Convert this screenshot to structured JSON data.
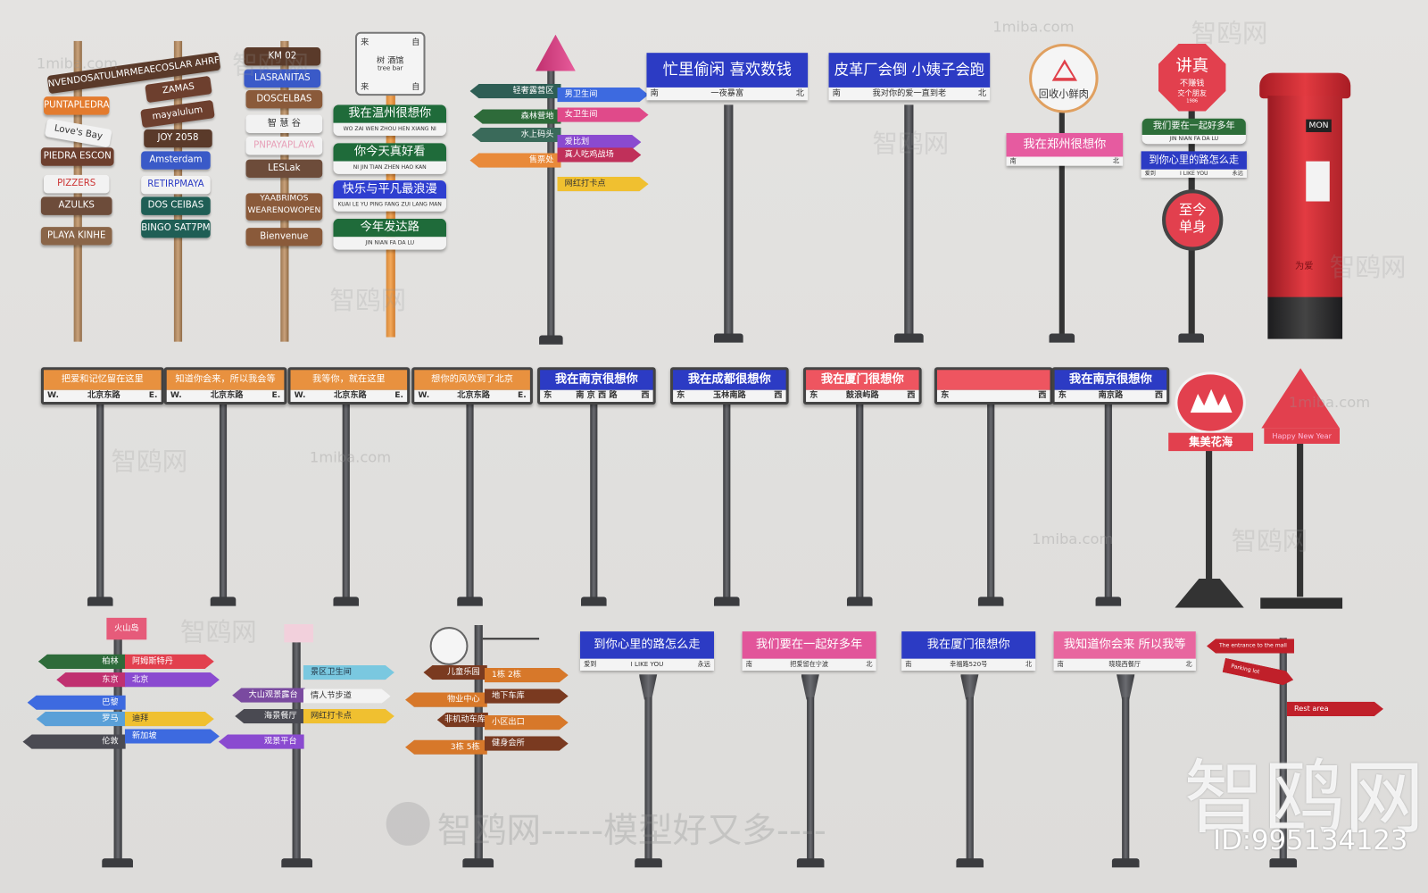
{
  "wooden_posts": [
    {
      "boards": [
        "NVENDOSATULMRMEAECOSLAR AHRF",
        "PUNTAPLEDRA",
        "Love's Bay",
        "PIEDRA ESCON",
        "PIZZERS",
        "AZULKS",
        "PLAYA KINHE"
      ]
    },
    {
      "boards": [
        "ZAMAS",
        "mayalulum",
        "JOY 2058",
        "Amsterdam",
        "RETIRPMAYA",
        "DOS CEIBAS",
        "BINGO SAT7PM"
      ]
    },
    {
      "boards": [
        "KM 02",
        "LASRANITAS",
        "DOSCELBAS",
        "智 慧 谷",
        "PNPAYAPLAYA",
        "LESLak",
        "YAABRIMOS WEARENOWOPEN",
        "Bienvenue"
      ]
    }
  ],
  "tree_bar": {
    "top_left": "来",
    "top_right": "自",
    "name": "树 酒馆",
    "sub": "tree bar",
    "bottom_left": "来",
    "bottom_right": "自"
  },
  "green_stack": [
    {
      "title": "我在温州很想你",
      "sub": "WO ZAI WEN ZHOU HEN XIANG NI",
      "color": "#1f6b3a"
    },
    {
      "title": "你今天真好看",
      "sub": "NI JIN TIAN ZHEN HAO KAN",
      "color": "#1f6b3a"
    },
    {
      "title": "快乐与平凡最浪漫",
      "sub": "KUAI LE YU PING FANG ZUI LANG MAN",
      "color": "#2f3fd0"
    },
    {
      "title": "今年发达路",
      "sub": "JIN NIAN FA DA LU",
      "color": "#1f6b3a"
    }
  ],
  "direction_post": {
    "left": [
      "轻奢露营区",
      "森林营地",
      "水上码头",
      "售票处"
    ],
    "right": [
      "男卫生间",
      "女卫生间",
      "爱比划",
      "真人吃鸡战场",
      "网红打卡点"
    ]
  },
  "top_street_signs": [
    {
      "title": "忙里偷闲  喜欢数钱",
      "left": "南",
      "center": "一夜暴富",
      "right": "北"
    },
    {
      "title": "皮革厂会倒 小姨子会跑",
      "left": "南",
      "center": "我对你的爱一直到老",
      "right": "北"
    }
  ],
  "recycle_sign": {
    "text": "回收小鲜肉",
    "street": {
      "title": "我在郑州很想你",
      "left": "南",
      "right": "北"
    }
  },
  "octagon_post": {
    "stop_title": "讲真",
    "stop_line1": "不赚钱",
    "stop_line2": "交个朋友",
    "stop_year": "1986",
    "green": {
      "title": "我们要在一起好多年",
      "sub": "JIN NIAN FA DA LU"
    },
    "blue": {
      "title": "到你心里的路怎么走",
      "left": "爱到",
      "center": "I LIKE YOU",
      "right": "永远"
    },
    "round": "至今单身"
  },
  "mailbox": {
    "label": "MON",
    "side": "为爱"
  },
  "middle_signs": [
    {
      "title": "把爱和记忆留在这里",
      "left": "W.",
      "center": "北京东路",
      "right": "E.",
      "style": "orange"
    },
    {
      "title": "知道你会来，所以我会等",
      "left": "W.",
      "center": "北京东路",
      "right": "E.",
      "style": "orange"
    },
    {
      "title": "我等你，就在这里",
      "left": "W.",
      "center": "北京东路",
      "right": "E.",
      "style": "orange"
    },
    {
      "title": "想你的风吹到了北京",
      "left": "W.",
      "center": "北京东路",
      "right": "E.",
      "style": "orange"
    },
    {
      "title": "我在南京很想你",
      "left": "东",
      "center": "南 京 西 路",
      "right": "西",
      "style": "blue"
    },
    {
      "title": "我在成都很想你",
      "left": "东",
      "center": "玉林南路",
      "right": "西",
      "style": "blue"
    },
    {
      "title": "我在厦门很想你",
      "left": "东",
      "center": "鼓浪屿路",
      "right": "西",
      "style": "red"
    },
    {
      "title": "",
      "left": "东",
      "center": "",
      "right": "西",
      "style": "red"
    },
    {
      "title": "我在南京很想你",
      "left": "东",
      "center": "南京路",
      "right": "西",
      "style": "blue"
    }
  ],
  "jimei_sign": {
    "label": "集美花海"
  },
  "newyear_sign": {
    "label": "Happy New Year"
  },
  "city_post": {
    "flag": "火山岛",
    "left": [
      "柏林",
      "东京",
      "巴黎",
      "罗马",
      "伦敦"
    ],
    "right": [
      "阿姆斯特丹",
      "北京",
      "迪拜",
      "新加坡"
    ]
  },
  "scenic_post": {
    "items": [
      "景区卫生间",
      "情人节步道",
      "大山观景露台",
      "网红打卡点",
      "观景平台",
      "海景餐厅"
    ]
  },
  "community_post": {
    "left": [
      "儿童乐园",
      "物业中心",
      "非机动车库",
      "3栋 5栋"
    ],
    "right": [
      "1栋 2栋",
      "地下车库",
      "小区出口",
      "健身会所"
    ]
  },
  "bottom_signs": [
    {
      "title": "到你心里的路怎么走",
      "left": "爱到",
      "center": "I LIKE YOU",
      "right": "永远",
      "color": "#2c3bc4"
    },
    {
      "title": "我们要在一起好多年",
      "left": "南",
      "center": "把爱留在宁波",
      "right": "北",
      "color": "#e2559a"
    },
    {
      "title": "我在厦门很想你",
      "left": "南",
      "center": "幸福路520号",
      "right": "北",
      "color": "#2c3bc4"
    },
    {
      "title": "我知道你会来 所以我等",
      "left": "南",
      "center": "晓晓西餐厅",
      "right": "北",
      "color": "#e8669f"
    }
  ],
  "red_post": {
    "arrows": [
      "The entrance to the mall",
      "Parking lot",
      "Rest area"
    ]
  },
  "watermarks": {
    "brand": "智鸥网",
    "domain": "1miba.com",
    "slogan": "智鸥网-----模型好又多----",
    "big": "智鸥网",
    "id": "ID:995134123"
  }
}
